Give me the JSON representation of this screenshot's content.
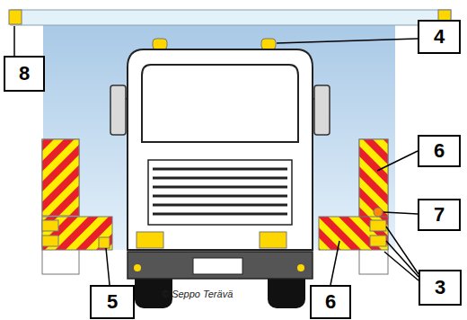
{
  "diagram": {
    "nodes": [
      {
        "text": [
          "8"
        ]
      },
      {
        "text": [
          "4"
        ]
      },
      {
        "text": [
          "6"
        ]
      },
      {
        "text": [
          "7"
        ]
      },
      {
        "text": [
          "3"
        ]
      },
      {
        "text": [
          "5"
        ]
      },
      {
        "text": [
          "6"
        ]
      }
    ],
    "labels": [
      "© Seppo Terävä"
    ]
  }
}
